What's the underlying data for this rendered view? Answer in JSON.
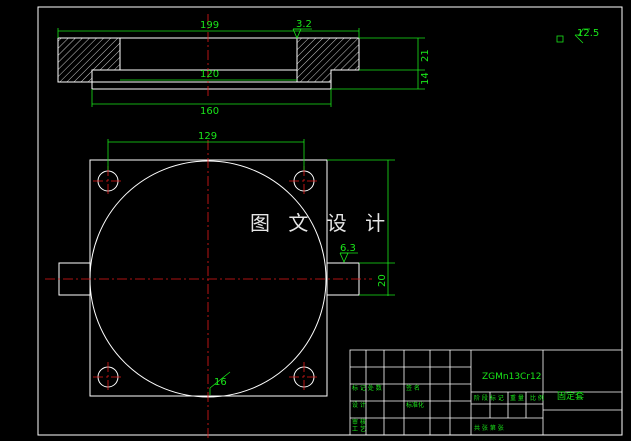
{
  "drawing": {
    "watermark": "图 文 设 计",
    "dimensions": {
      "top_overall_width": "199",
      "top_bore_width": "120",
      "bottom_width": "160",
      "roughness_top": "3.2",
      "height_total": "21",
      "height_step": "14",
      "hole_spacing": "129",
      "roughness_side": "6.3",
      "slot_height": "20",
      "hole_dia": "16"
    },
    "corner_symbol": "12.5",
    "title_block": {
      "material": "ZGMn13Cr12",
      "part_name": "固定套"
    }
  },
  "colors": {
    "background": "#000000",
    "outline": "#ffffff",
    "dimension": "#19e619",
    "centerline": "#e61919"
  }
}
